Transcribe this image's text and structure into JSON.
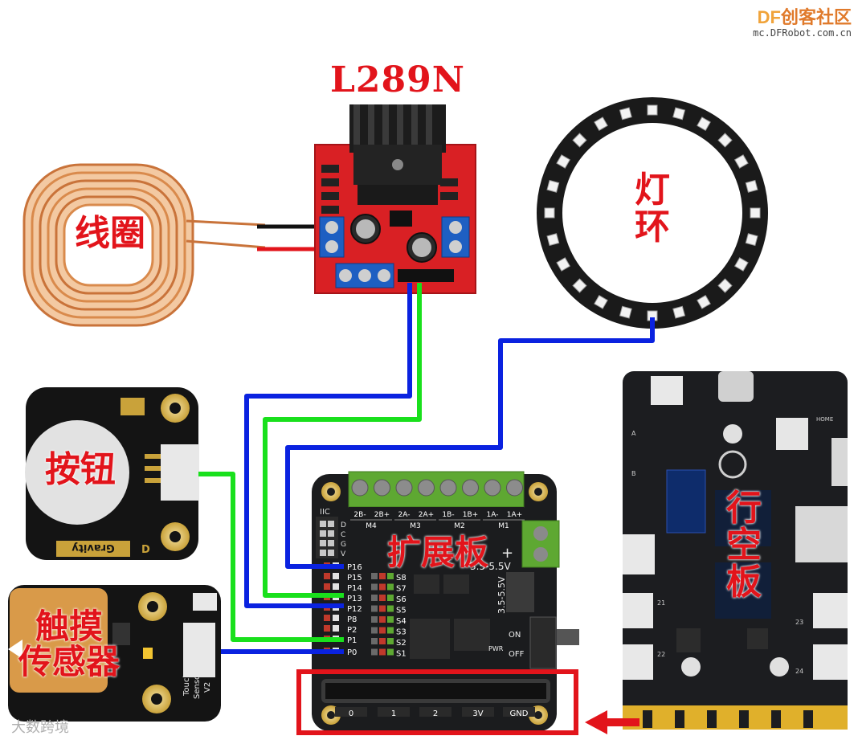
{
  "watermark": {
    "brand_prefix": "DF",
    "brand_suffix": "创客社区",
    "url": "mc.DFRobot.com.cn"
  },
  "title": "L289N",
  "labels": {
    "coil": "线圈",
    "ring_line1": "灯",
    "ring_line2": "环",
    "button": "按钮",
    "touch_line1": "触摸",
    "touch_line2": "传感器",
    "expansion": "扩展板",
    "controller_line1": "行",
    "controller_line2": "空",
    "controller_line3": "板"
  },
  "expansion_board": {
    "motor_headers": [
      "2B-",
      "2B+",
      "2A-",
      "2A+",
      "1B-",
      "1B+",
      "1A-",
      "1A+"
    ],
    "motor_groups": [
      "M4",
      "M3",
      "M2",
      "M1"
    ],
    "iic_label": "IIC",
    "iic_pins": [
      "D",
      "C",
      "G",
      "V"
    ],
    "left_pins": [
      "P16",
      "P15",
      "P14",
      "P13",
      "P12",
      "P8",
      "P2",
      "P1",
      "P0"
    ],
    "servo_pins": [
      "S8",
      "S7",
      "S6",
      "S5",
      "S4",
      "S3",
      "S2",
      "S1"
    ],
    "voltage_label_1": "3.5-5.5V",
    "voltage_label_2": "3.5-5.5V",
    "switch_on": "ON",
    "switch_off": "OFF",
    "pwr_label": "PWR",
    "bottom_pins": [
      "0",
      "1",
      "2",
      "3V",
      "GND"
    ]
  },
  "button_module": {
    "brand": "Gravity",
    "d_label": "D"
  },
  "touch_module": {
    "text1": "Touch",
    "text2": "Sensor",
    "text3": "V2"
  },
  "controller_board": {
    "home_label": "HOME",
    "pin_labels": [
      "A",
      "B",
      "21",
      "22",
      "23",
      "24"
    ]
  },
  "footer_watermark": "大数跨境",
  "colors": {
    "wire_blue": "#0a22e0",
    "wire_green": "#19e01c",
    "accent_red": "#e2141b",
    "pcb_dark": "#1b1c1e"
  }
}
